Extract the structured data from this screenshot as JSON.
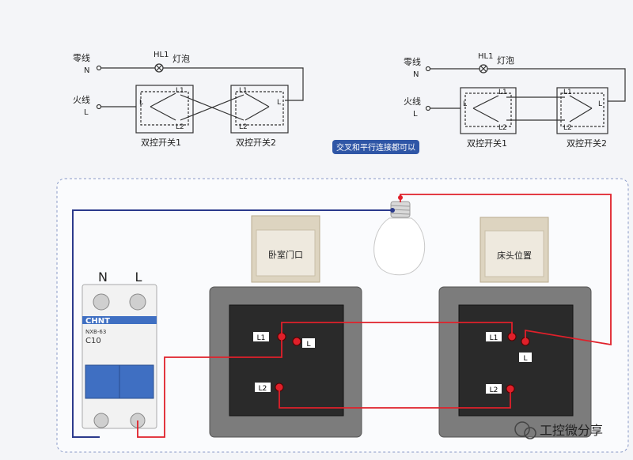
{
  "schematic_left": {
    "neutral_label": "零线",
    "neutral_letter": "N",
    "live_label": "火线",
    "live_letter": "L",
    "lamp_id": "HL1",
    "lamp_label": "灯泡",
    "switch1": {
      "terminal_common": "L",
      "terminal_1": "L1",
      "terminal_2": "L2",
      "caption": "双控开关1"
    },
    "switch2": {
      "terminal_common": "L",
      "terminal_1": "L1",
      "terminal_2": "L2",
      "caption": "双控开关2"
    }
  },
  "schematic_right": {
    "neutral_label": "零线",
    "neutral_letter": "N",
    "live_label": "火线",
    "live_letter": "L",
    "lamp_id": "HL1",
    "lamp_label": "灯泡",
    "switch1": {
      "terminal_common": "L",
      "terminal_1": "L1",
      "terminal_2": "L2",
      "caption": "双控开关1"
    },
    "switch2": {
      "terminal_common": "L",
      "terminal_1": "L1",
      "terminal_2": "L2",
      "caption": "双控开关2"
    }
  },
  "note_badge": "交叉和平行连接都可以",
  "breaker": {
    "pole_n": "N",
    "pole_l": "L",
    "brand": "CHNT",
    "model": "NXB-63",
    "rating": "C10"
  },
  "switch_plate_1": {
    "label": "卧室门口",
    "terminal_1": "L1",
    "terminal_common": "L",
    "terminal_2": "L2"
  },
  "switch_plate_2": {
    "label": "床头位置",
    "terminal_1": "L1",
    "terminal_common": "L",
    "terminal_2": "L2"
  },
  "watermark": "工控微分享",
  "colors": {
    "neutral_wire": "#2b3a8c",
    "live_wire": "#e0202a",
    "badge_bg": "#2f56a6"
  }
}
